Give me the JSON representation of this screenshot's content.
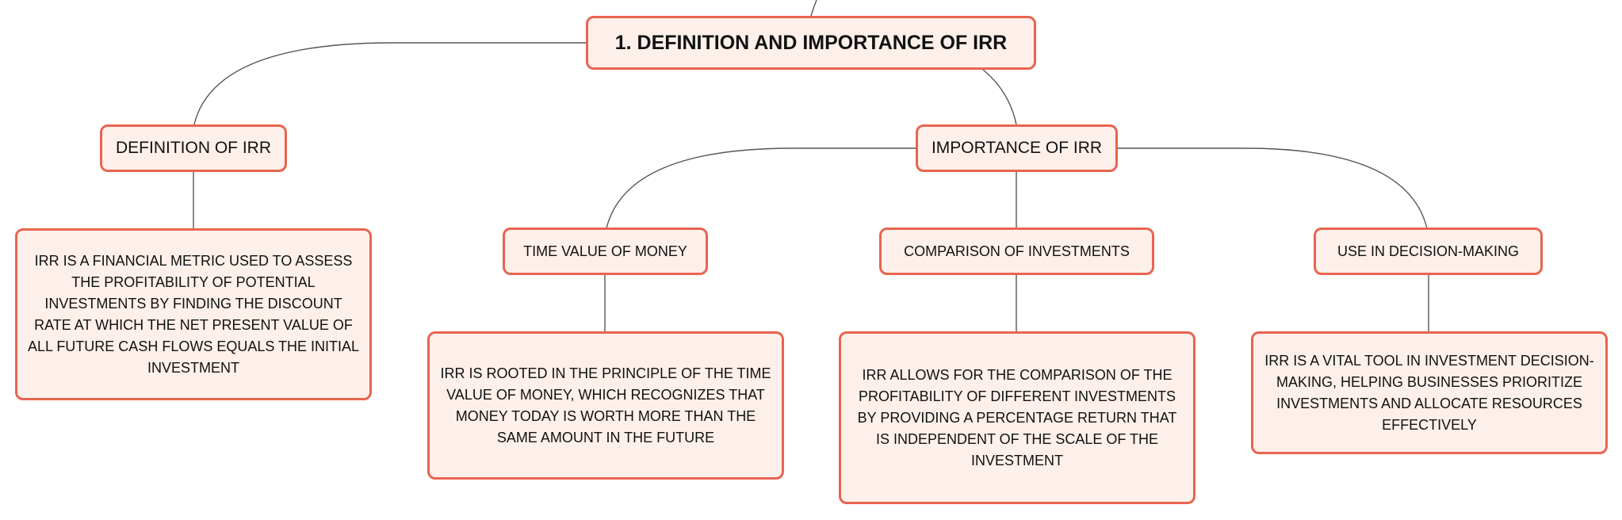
{
  "colors": {
    "border": "#e86450",
    "fill": "#fdefea",
    "text": "#111111",
    "line": "#555555"
  },
  "root": {
    "label": "1. DEFINITION AND IMPORTANCE OF IRR"
  },
  "definition": {
    "label": "DEFINITION OF IRR",
    "detail": "IRR IS A FINANCIAL METRIC USED TO ASSESS THE PROFITABILITY OF POTENTIAL INVESTMENTS BY FINDING THE DISCOUNT RATE AT WHICH THE NET PRESENT VALUE OF ALL FUTURE CASH FLOWS EQUALS THE INITIAL INVESTMENT"
  },
  "importance": {
    "label": "IMPORTANCE OF IRR",
    "children": [
      {
        "label": "TIME VALUE OF MONEY",
        "detail": "IRR IS ROOTED IN THE PRINCIPLE OF THE TIME VALUE OF MONEY, WHICH RECOGNIZES THAT MONEY TODAY IS WORTH MORE THAN THE SAME AMOUNT IN THE FUTURE"
      },
      {
        "label": "COMPARISON OF INVESTMENTS",
        "detail": "IRR ALLOWS FOR THE COMPARISON OF THE PROFITABILITY OF DIFFERENT INVESTMENTS BY PROVIDING A PERCENTAGE RETURN THAT IS INDEPENDENT OF THE SCALE OF THE INVESTMENT"
      },
      {
        "label": "USE IN DECISION-MAKING",
        "detail": "IRR IS A VITAL TOOL IN INVESTMENT DECISION-MAKING, HELPING BUSINESSES PRIORITIZE INVESTMENTS AND ALLOCATE RESOURCES EFFECTIVELY"
      }
    ]
  }
}
